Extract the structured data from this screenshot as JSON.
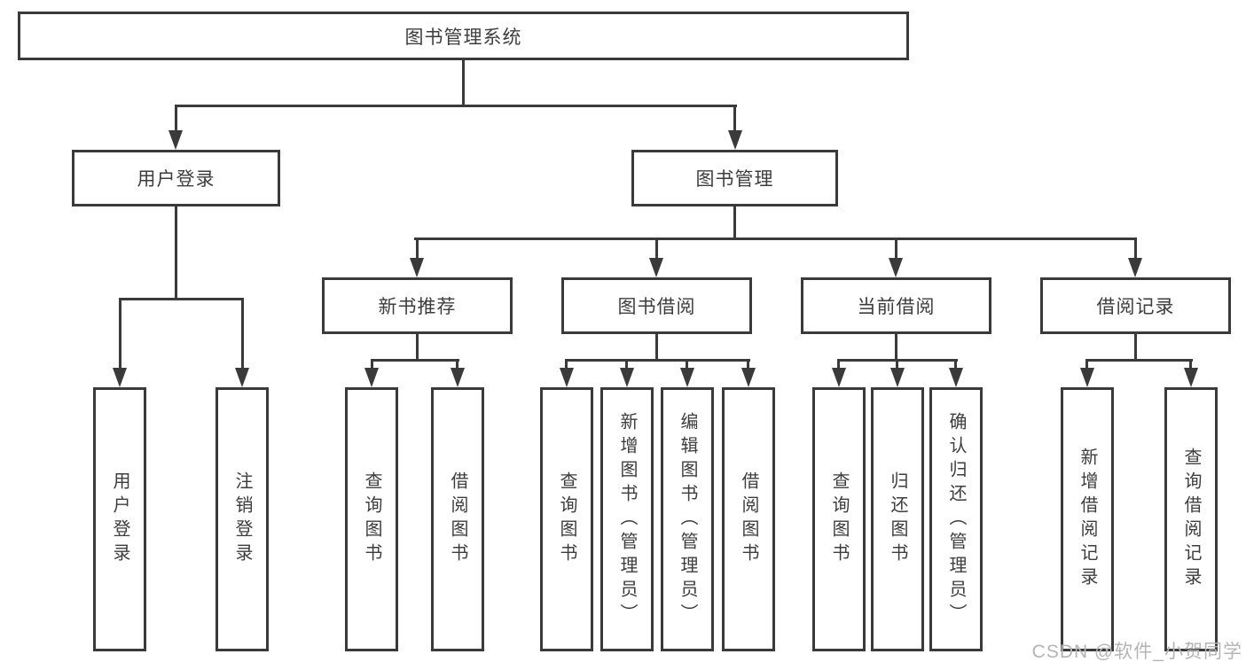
{
  "diagram": {
    "root": {
      "label": "图书管理系统"
    },
    "branches": [
      {
        "label": "用户登录",
        "children": [
          {
            "label": "用户登录"
          },
          {
            "label": "注销登录"
          }
        ]
      },
      {
        "label": "图书管理",
        "children": [
          {
            "label": "新书推荐",
            "children": [
              {
                "label": "查询图书"
              },
              {
                "label": "借阅图书"
              }
            ]
          },
          {
            "label": "图书借阅",
            "children": [
              {
                "label": "查询图书"
              },
              {
                "label": "新增图书（管理员）"
              },
              {
                "label": "编辑图书（管理员）"
              },
              {
                "label": "借阅图书"
              }
            ]
          },
          {
            "label": "当前借阅",
            "children": [
              {
                "label": "查询图书"
              },
              {
                "label": "归还图书"
              },
              {
                "label": "确认归还（管理员）"
              }
            ]
          },
          {
            "label": "借阅记录",
            "children": [
              {
                "label": "新增借阅记录"
              },
              {
                "label": "查询借阅记录"
              }
            ]
          }
        ]
      }
    ]
  },
  "watermark": {
    "text": "CSDN @软件_小贺同学"
  },
  "colors": {
    "line": "#3a3a3a",
    "text": "#3d3d3d",
    "watermark": "#b4b4b4",
    "background": "#ffffff"
  }
}
